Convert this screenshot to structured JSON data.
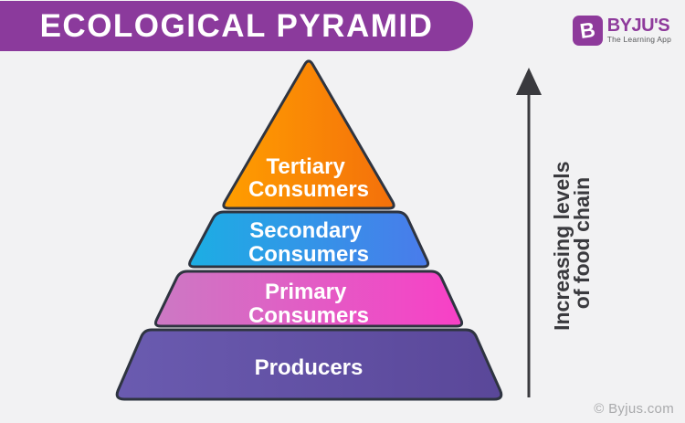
{
  "banner": {
    "title": "ECOLOGICAL PYRAMID",
    "bg_color": "#8B3A9C",
    "text_color": "#FFFFFF"
  },
  "logo": {
    "mark_letter": "B",
    "name": "BYJU'S",
    "tagline": "The Learning App",
    "brand_color": "#8E3A9B",
    "tagline_color": "#58595B"
  },
  "pyramid": {
    "outline_color": "#2E3440",
    "label_color": "#FFFFFF",
    "levels": [
      {
        "name": "Tertiary Consumers",
        "label_lines": [
          "Tertiary",
          "Consumers"
        ],
        "color_start": "#FF9E00",
        "color_end": "#F4700B"
      },
      {
        "name": "Secondary Consumers",
        "label_lines": [
          "Secondary",
          "Consumers"
        ],
        "color_start": "#1CAEE4",
        "color_end": "#4A7BEB"
      },
      {
        "name": "Primary Consumers",
        "label_lines": [
          "Primary",
          "Consumers"
        ],
        "color_start": "#CC79C4",
        "color_end": "#F840C6"
      },
      {
        "name": "Producers",
        "label_lines": [
          "Producers"
        ],
        "color_start": "#6A5BB0",
        "color_end": "#5A4799"
      }
    ]
  },
  "axis_arrow": {
    "color": "#3A3A3E",
    "label_lines": [
      "Increasing levels",
      "of food chain"
    ]
  },
  "footer": {
    "copyright": "© Byjus.com"
  }
}
